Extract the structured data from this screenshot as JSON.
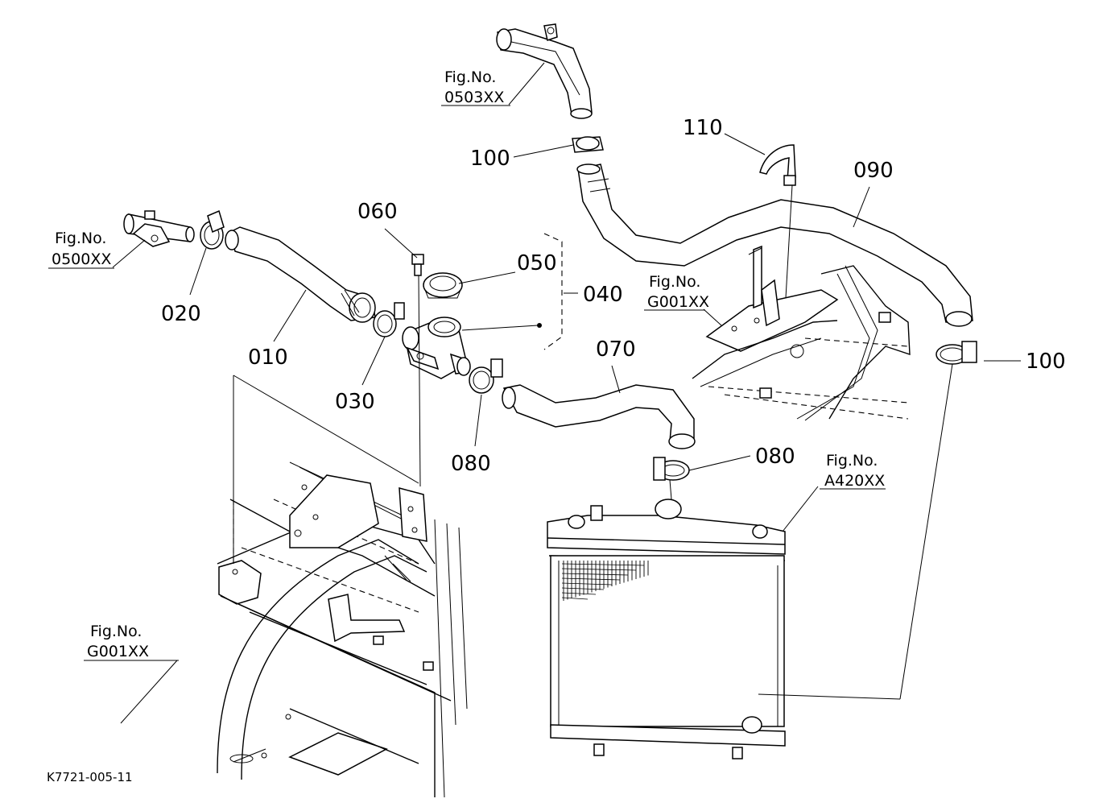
{
  "callouts": {
    "c010": "010",
    "c020": "020",
    "c030": "030",
    "c040": "040",
    "c050": "050",
    "c060": "060",
    "c070": "070",
    "c080a": "080",
    "c080b": "080",
    "c090": "090",
    "c100a": "100",
    "c100b": "100",
    "c110": "110"
  },
  "figrefs": {
    "f0503": {
      "title": "Fig.No.",
      "code": "0503XX"
    },
    "f0500": {
      "title": "Fig.No.",
      "code": "0500XX"
    },
    "fg001a": {
      "title": "Fig.No.",
      "code": "G001XX"
    },
    "fa420": {
      "title": "Fig.No.",
      "code": "A420XX"
    },
    "fg001b": {
      "title": "Fig.No.",
      "code": "G001XX"
    }
  },
  "drawing_code": "K7721-005-11"
}
